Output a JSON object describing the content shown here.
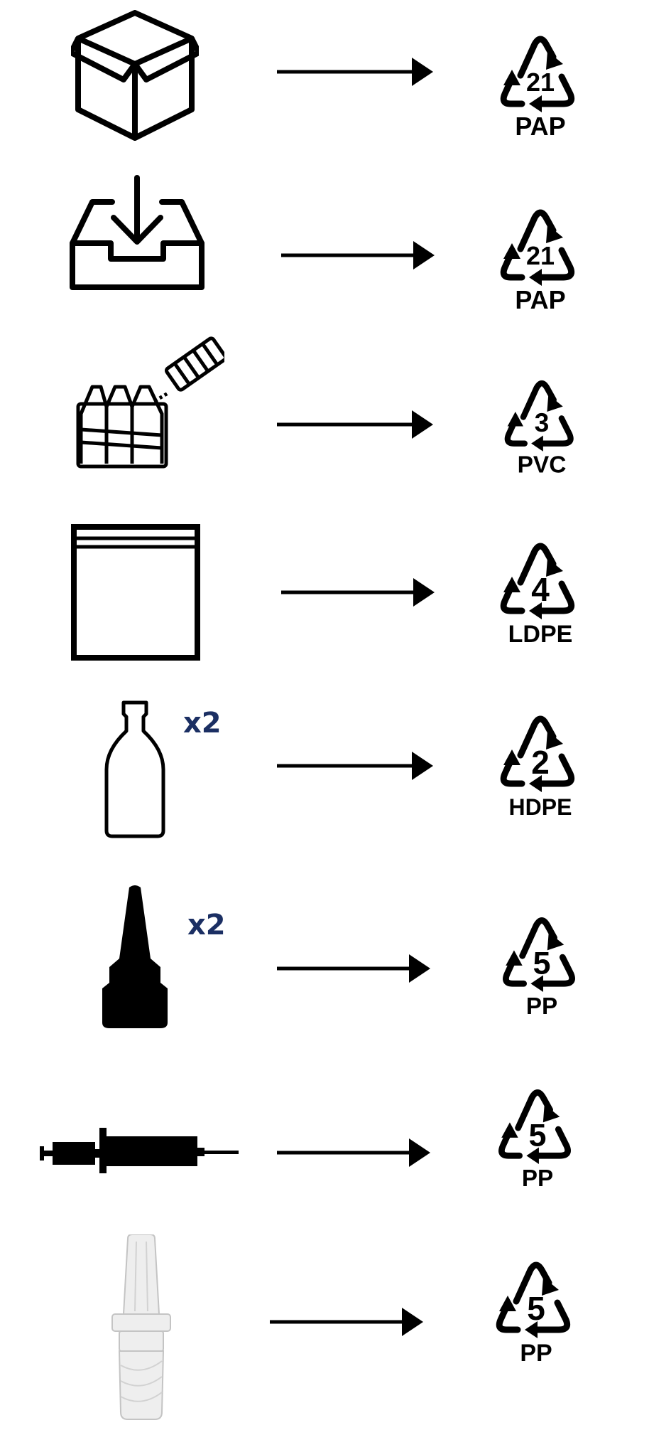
{
  "rows": [
    {
      "item_icon": "box-icon",
      "code": "21",
      "material": "PAP"
    },
    {
      "item_icon": "inbox-tray-icon",
      "code": "21",
      "material": "PAP"
    },
    {
      "item_icon": "blister-pack-icon",
      "code": "3",
      "material": "PVC"
    },
    {
      "item_icon": "zip-bag-icon",
      "code": "4",
      "material": "LDPE"
    },
    {
      "item_icon": "bottle-icon",
      "quantity": "x2",
      "code": "2",
      "material": "HDPE"
    },
    {
      "item_icon": "dropper-tip-icon",
      "quantity": "x2",
      "code": "5",
      "material": "PP"
    },
    {
      "item_icon": "syringe-icon",
      "code": "5",
      "material": "PP"
    },
    {
      "item_icon": "adapter-icon",
      "code": "5",
      "material": "PP"
    }
  ],
  "recycle_icon": "recycling-triangle-icon",
  "arrow_icon": "right-arrow-icon",
  "colors": {
    "ink": "#000000",
    "quantity": "#1b2f63"
  }
}
